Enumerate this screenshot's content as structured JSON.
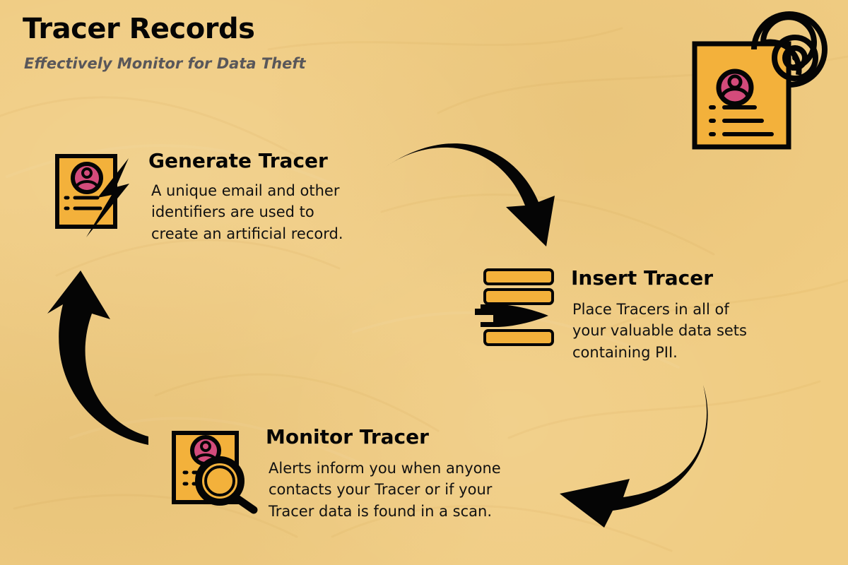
{
  "header": {
    "title": "Tracer Records",
    "subtitle": "Effectively Monitor for Data Theft"
  },
  "steps": [
    {
      "title": "Generate Tracer",
      "lines": [
        "A unique email and other",
        "identifiers are used to",
        "create an artificial record."
      ],
      "icon": "profile-card-lightning-icon"
    },
    {
      "title": "Insert Tracer",
      "lines": [
        "Place Tracers in all of",
        "your valuable data sets",
        "containing PII."
      ],
      "icon": "stacked-records-tracer-icon"
    },
    {
      "title": "Monitor Tracer",
      "lines": [
        "Alerts inform you when anyone",
        "contacts your Tracer or if your",
        "Tracer data is found in a scan."
      ],
      "icon": "profile-card-magnifier-icon"
    }
  ],
  "icons": {
    "top_right": "tracer-radar-icon",
    "arrows": [
      "arrow-generate-to-insert-icon",
      "arrow-insert-to-monitor-icon",
      "arrow-monitor-to-generate-icon"
    ]
  },
  "colors": {
    "background": "#f0cc82",
    "card": "#f3b13b",
    "accent": "#d34b7b",
    "ink": "#050505",
    "subtitle": "#59575a"
  }
}
